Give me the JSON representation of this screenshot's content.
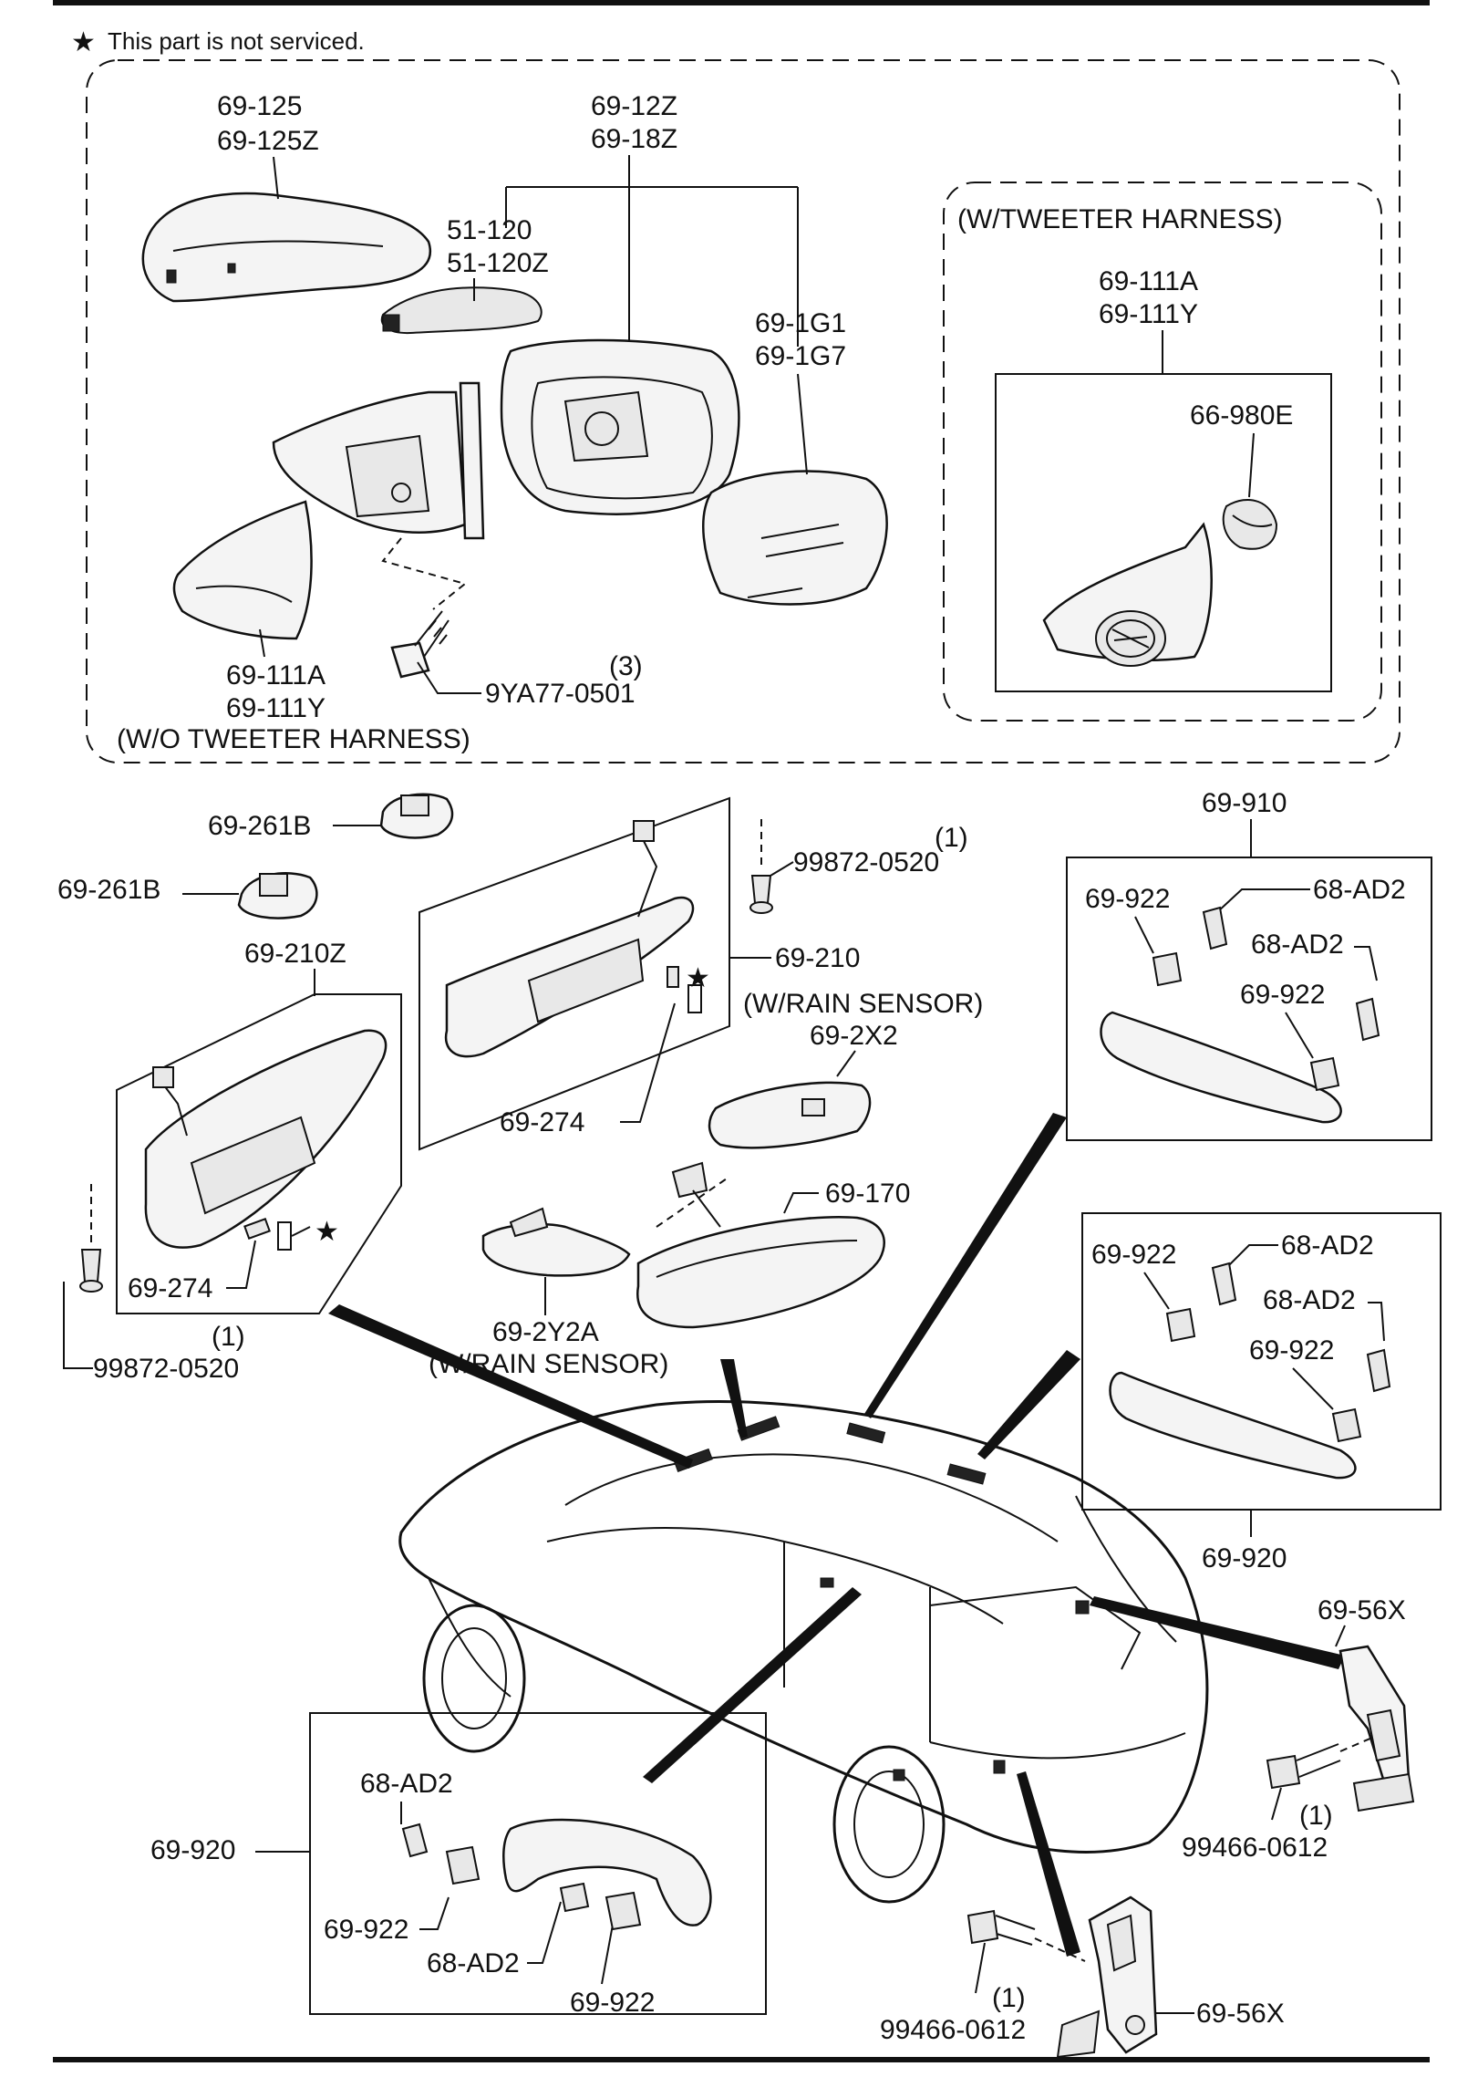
{
  "note": {
    "star_symbol": "★",
    "text": "This part is not serviced."
  },
  "mirror_group": {
    "cover_part_a": "69-125",
    "cover_part_b": "69-125Z",
    "mirror_part_a": "69-12Z",
    "mirror_part_b": "69-18Z",
    "turn_lamp_a": "51-120",
    "turn_lamp_b": "51-120Z",
    "glass_a": "69-1G1",
    "glass_b": "69-1G7",
    "garnish_a": "69-111A",
    "garnish_b": "69-111Y",
    "garnish_note": "(W/O TWEETER HARNESS)",
    "bolt_qty": "(3)",
    "bolt": "9YA77-0501"
  },
  "tweeter_group": {
    "title": "(W/TWEETER HARNESS)",
    "garnish_a": "69-111A",
    "garnish_b": "69-111Y",
    "tweeter": "66-980E"
  },
  "visor_group": {
    "holder_1": "69-261B",
    "holder_2": "69-261B",
    "visor_right": "69-210",
    "rain_note": "(W/RAIN SENSOR)",
    "rain_cover": "69-2X2",
    "lamp_right": "69-274",
    "screw_right_qty": "(1)",
    "screw_right": "99872-0520",
    "visor_left": "69-210Z",
    "lamp_left": "69-274",
    "screw_left_qty": "(1)",
    "screw_left": "99872-0520",
    "mirror_inner": "69-170",
    "lower_cover": "69-2Y2A",
    "lower_cover_note": "(W/RAIN SENSOR)"
  },
  "grip_front": {
    "assembly": "69-910",
    "clip_1": "69-922",
    "cap_1": "68-AD2",
    "cap_2": "68-AD2",
    "clip_2": "69-922"
  },
  "grip_rear": {
    "assembly": "69-920",
    "clip_1": "69-922",
    "cap_1": "68-AD2",
    "cap_2": "68-AD2",
    "clip_2": "69-922"
  },
  "grip_lower": {
    "assembly": "69-920",
    "cap_1": "68-AD2",
    "clip_1": "69-922",
    "cap_2": "68-AD2",
    "clip_2": "69-922"
  },
  "hook_group": {
    "hook_upper": "69-56X",
    "bolt_upper_qty": "(1)",
    "bolt_upper": "99466-0612",
    "hook_lower": "69-56X",
    "bolt_lower_qty": "(1)",
    "bolt_lower": "99466-0612"
  }
}
